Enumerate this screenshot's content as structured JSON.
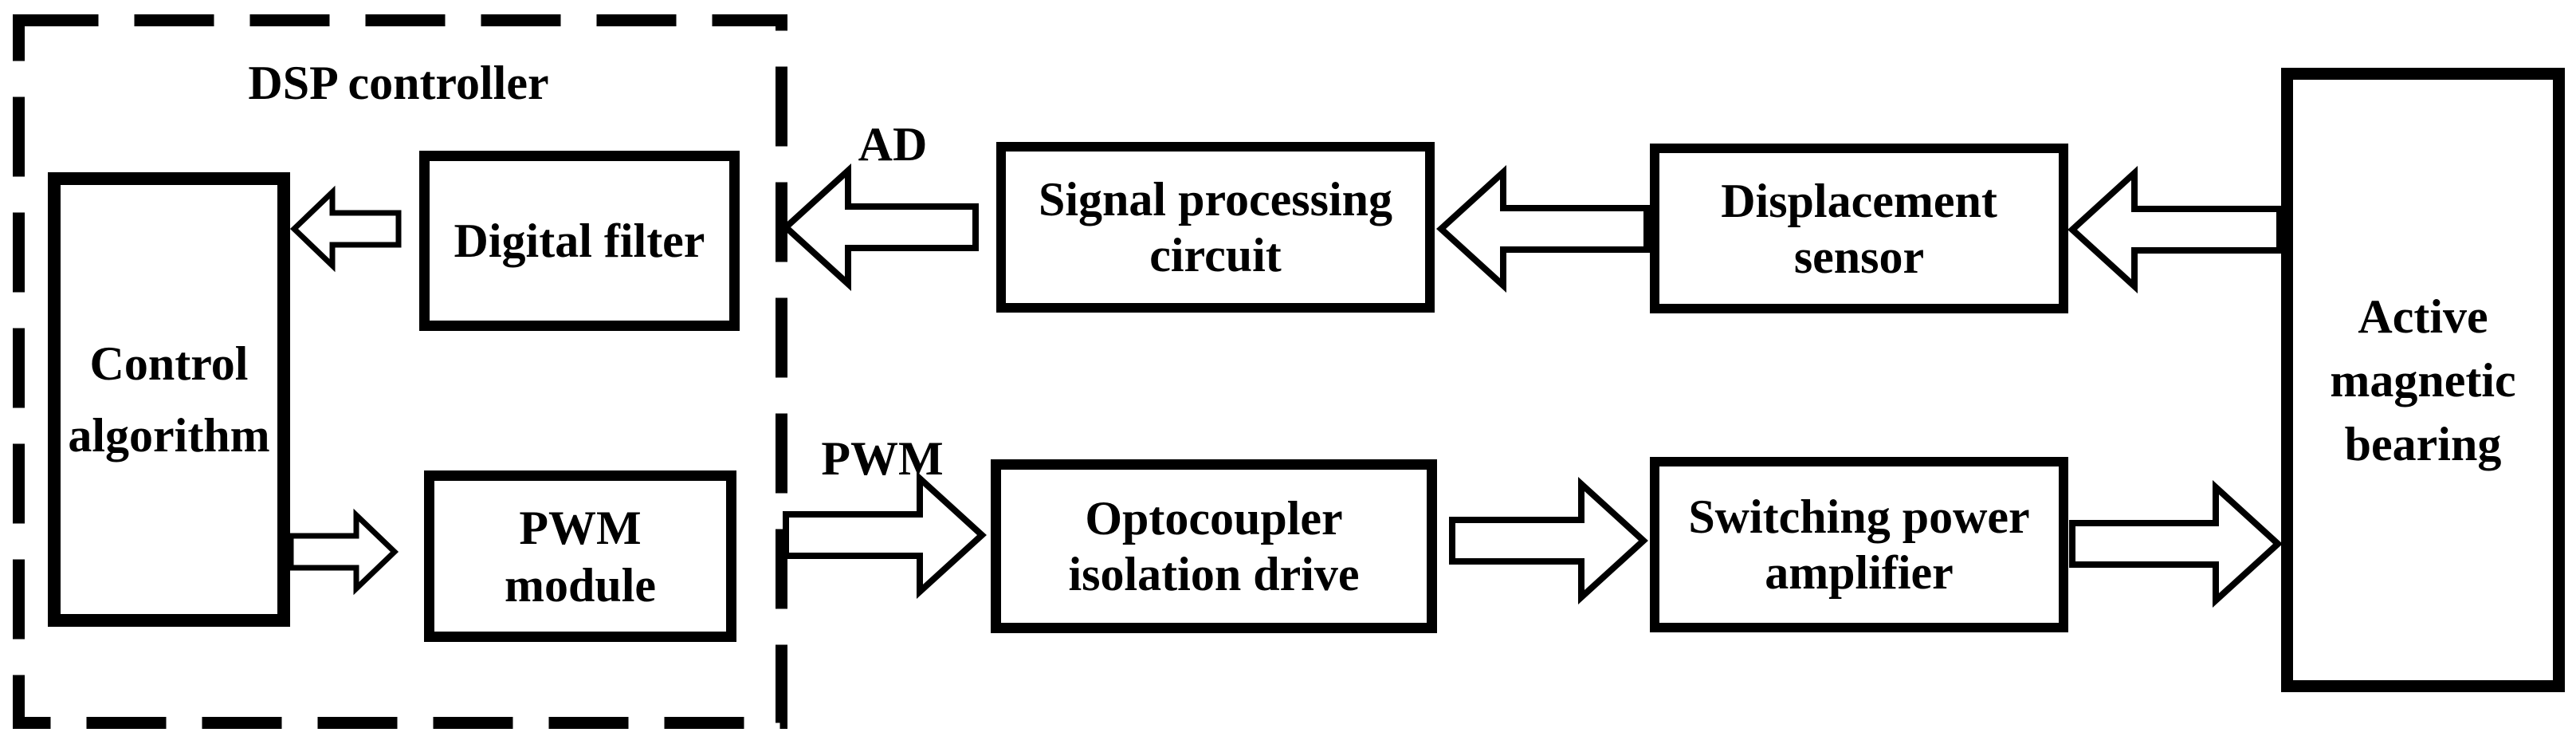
{
  "diagram": {
    "title_group": {
      "dsp_label": "DSP controller"
    },
    "blocks": {
      "control_algorithm": {
        "lines": [
          "Control",
          "algorithm"
        ]
      },
      "digital_filter": {
        "lines": [
          "Digital filter"
        ]
      },
      "pwm_module": {
        "lines": [
          "PWM",
          "module"
        ]
      },
      "signal_processing": {
        "lines": [
          "Signal processing",
          "circuit"
        ]
      },
      "displacement_sensor": {
        "lines": [
          "Displacement",
          "sensor"
        ]
      },
      "optocoupler_drive": {
        "lines": [
          "Optocoupler",
          "isolation drive"
        ]
      },
      "switching_amplifier": {
        "lines": [
          "Switching power",
          "amplifier"
        ]
      },
      "magnetic_bearing": {
        "lines": [
          "Active",
          "magnetic",
          "bearing"
        ]
      }
    },
    "signal_labels": {
      "ad": "AD",
      "pwm": "PWM"
    },
    "colors": {
      "line": "#000000",
      "background": "#ffffff"
    }
  }
}
